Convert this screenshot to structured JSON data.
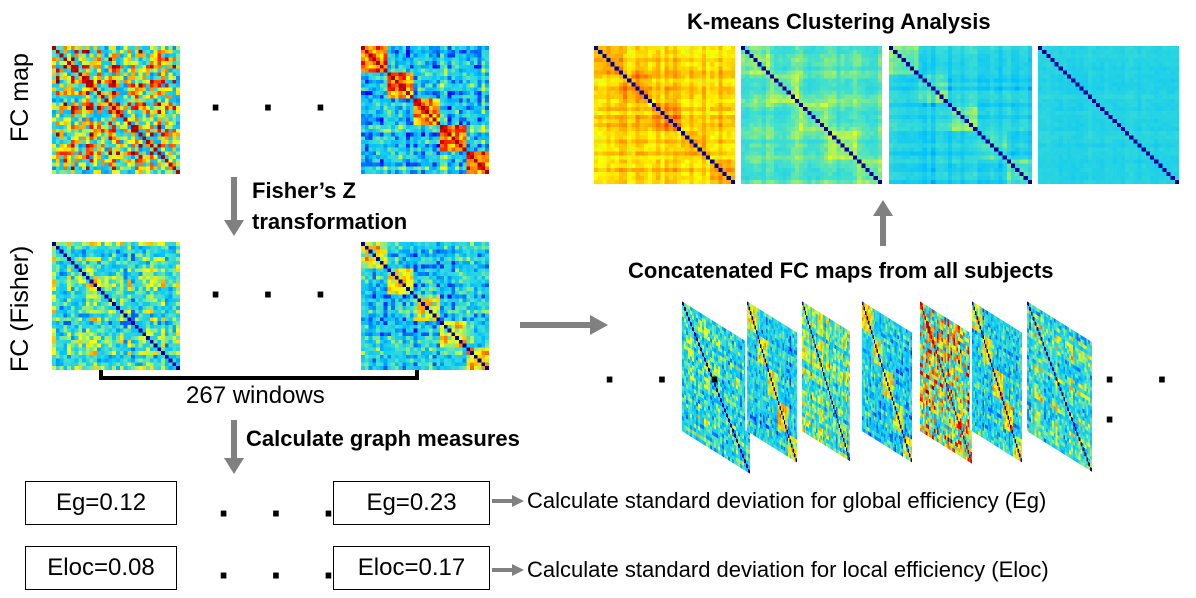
{
  "left": {
    "fc_map_label": "FC map",
    "fisher_label": "FC (Fisher)",
    "fisher_step": [
      "Fisher’s Z",
      "transformation"
    ],
    "windows_label": "267 windows",
    "graph_step": "Calculate graph measures",
    "ellipsis": "· · ·"
  },
  "right": {
    "title": "K-means Clustering Analysis",
    "concat_label": "Concatenated FC maps from all subjects",
    "ellipsis": "· · ·"
  },
  "measures": {
    "eg_first": "Eg=0.12",
    "eg_last": "Eg=0.23",
    "eloc_first": "Eloc=0.08",
    "eloc_last": "Eloc=0.17",
    "eg_desc": "Calculate standard deviation for global efficiency (Eg)",
    "eloc_desc": "Calculate standard deviation for local efficiency (Eloc)",
    "ellipsis": "· · ·"
  },
  "colors": {
    "arrow": "#808080",
    "colormap": [
      "#00007f",
      "#0000ff",
      "#00c0ff",
      "#40e0d0",
      "#ffff00",
      "#ff8c00",
      "#ff0000",
      "#800000"
    ]
  }
}
